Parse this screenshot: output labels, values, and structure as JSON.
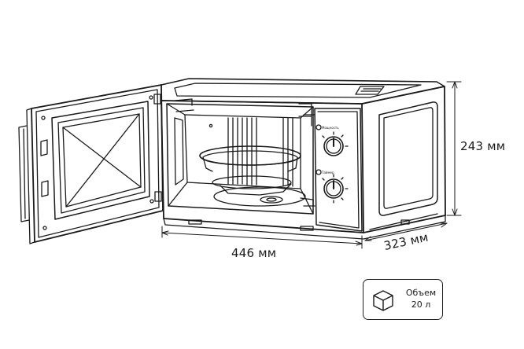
{
  "dimensions": {
    "width": "446 мм",
    "depth": "323 мм",
    "height": "243 мм"
  },
  "volume": {
    "label": "Объем",
    "value": "20 л"
  },
  "control_panel": {
    "label_top": "Мощность",
    "label_bottom": "Таймер"
  },
  "icons": {
    "volume": "cube-icon",
    "power": "power-icon",
    "timer": "timer-icon"
  },
  "colors": {
    "line": "#1a1a1a",
    "background": "#ffffff"
  }
}
